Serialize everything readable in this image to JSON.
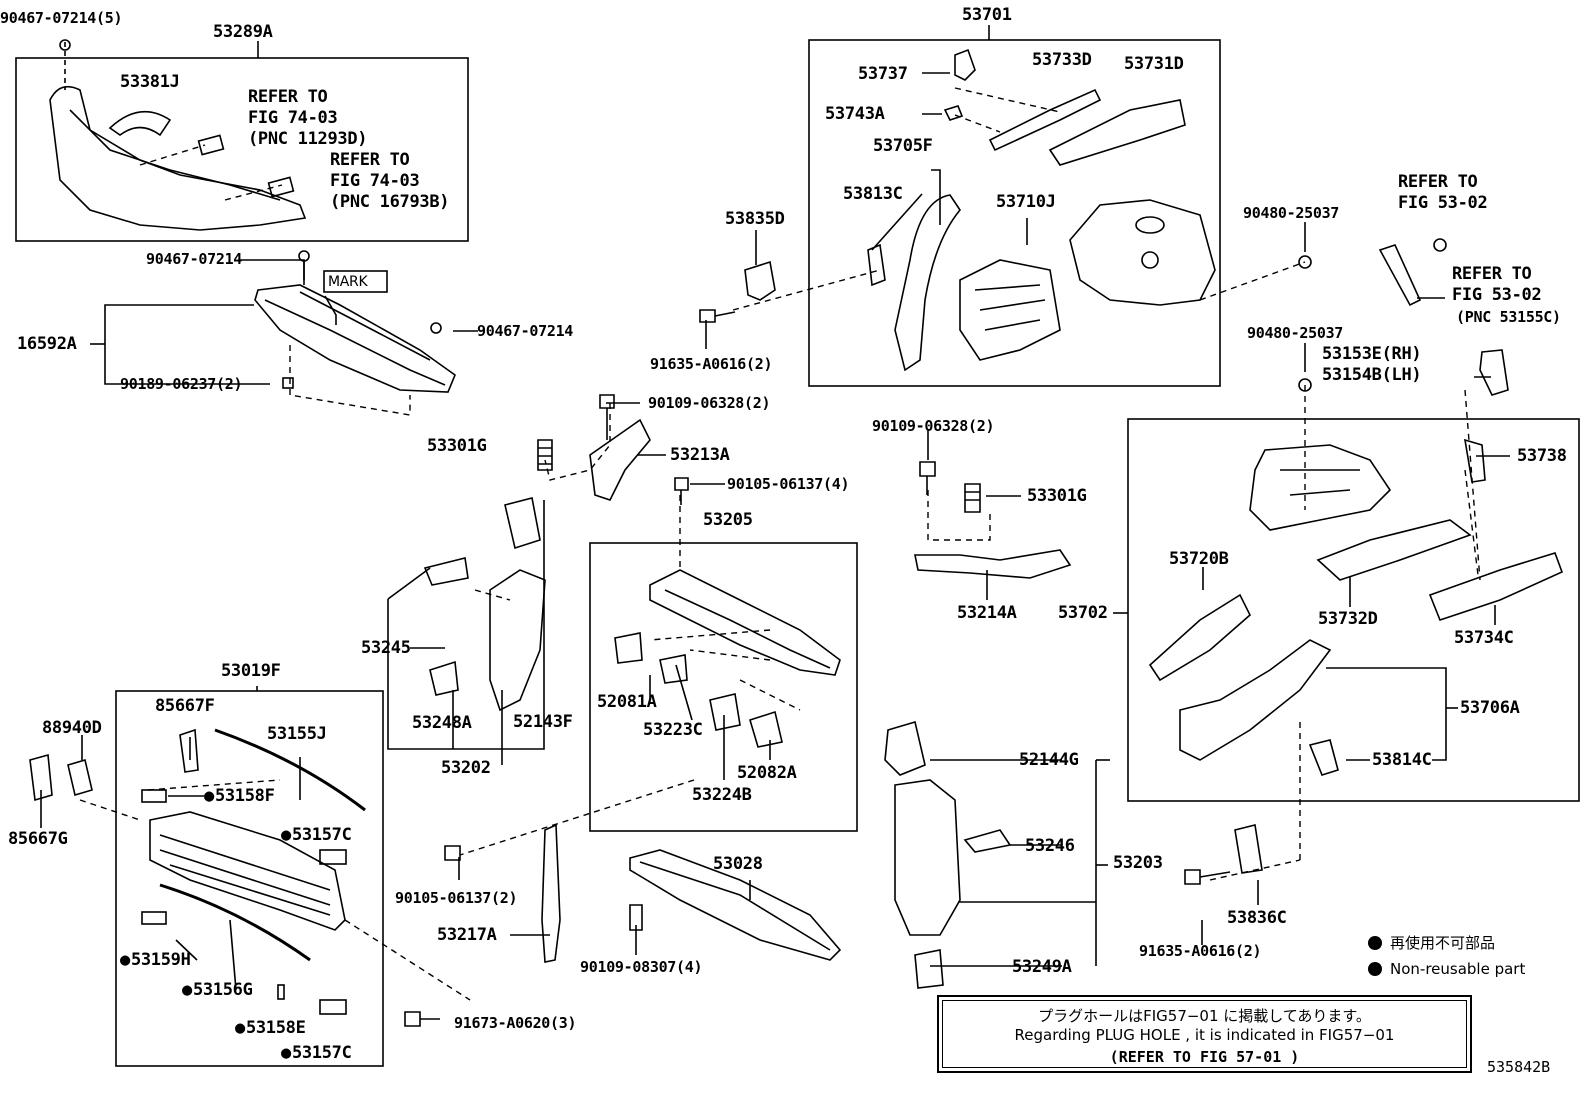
{
  "diagram_code": "535842B",
  "legend": {
    "jp": "再使用不可部品",
    "en": "Non-reusable part"
  },
  "note": {
    "jp": "プラグホールはFIG57−01 に掲載してあります。",
    "en": "Regarding  PLUG HOLE , it is  indicated  in  FIG57−01",
    "ref": "(REFER TO FIG 57-01  )"
  },
  "labels": {
    "p53701": "53701",
    "p90467a": "90467-07214(5)",
    "p53289A": "53289A",
    "p53381J": "53381J",
    "ref1a": "REFER TO",
    "ref1b": "FIG 74-03",
    "ref1c": "(PNC 11293D)",
    "ref2a": "REFER TO",
    "ref2b": "FIG 74-03",
    "ref2c": "(PNC 16793B)",
    "p90467b": "90467-07214",
    "mark": "MARK",
    "p90467c": "90467-07214",
    "p16592A": "16592A",
    "p90189": "90189-06237(2)",
    "p53737": "53737",
    "p53733D": "53733D",
    "p53731D": "53731D",
    "p53743A": "53743A",
    "p53705F": "53705F",
    "p53813C": "53813C",
    "p53710J": "53710J",
    "p53835D": "53835D",
    "p91635a": "91635-A0616(2)",
    "p90480a": "90480-25037",
    "ref3a": "REFER TO",
    "ref3b": "FIG 53-02",
    "ref4a": "REFER TO",
    "ref4b": "FIG 53-02",
    "ref4c": "(PNC 53155C)",
    "p90480b": "90480-25037",
    "p53153E": "53153E(RH)",
    "p53154B": "53154B(LH)",
    "p90109a": "90109-06328(2)",
    "p53301Ga": "53301G",
    "p53213A": "53213A",
    "p90105a": "90105-06137(4)",
    "p53205": "53205",
    "p90109b": "90109-06328(2)",
    "p53301Gb": "53301G",
    "p53214A": "53214A",
    "p53702": "53702",
    "p53738": "53738",
    "p53720B": "53720B",
    "p53732D": "53732D",
    "p53734C": "53734C",
    "p53706A": "53706A",
    "p53814C": "53814C",
    "p53245": "53245",
    "p53248A": "53248A",
    "p52143F": "52143F",
    "p53202": "53202",
    "p52081A": "52081A",
    "p53223C": "53223C",
    "p52082A": "52082A",
    "p53224B": "53224B",
    "p53019F": "53019F",
    "p85667F": "85667F",
    "p53155J": "53155J",
    "p88940D": "88940D",
    "p53158F": "53158F",
    "p53157Ca": "53157C",
    "p85667G": "85667G",
    "p53159H": "53159H",
    "p53156G": "53156G",
    "p53158E": "53158E",
    "p53157Cb": "53157C",
    "p90105b": "90105-06137(2)",
    "p53217A": "53217A",
    "p53028": "53028",
    "p90109c": "90109-08307(4)",
    "p91673": "91673-A0620(3)",
    "p52144G": "52144G",
    "p53246": "53246",
    "p53203": "53203",
    "p53249A": "53249A",
    "p53836C": "53836C",
    "p91635b": "91635-A0616(2)"
  }
}
